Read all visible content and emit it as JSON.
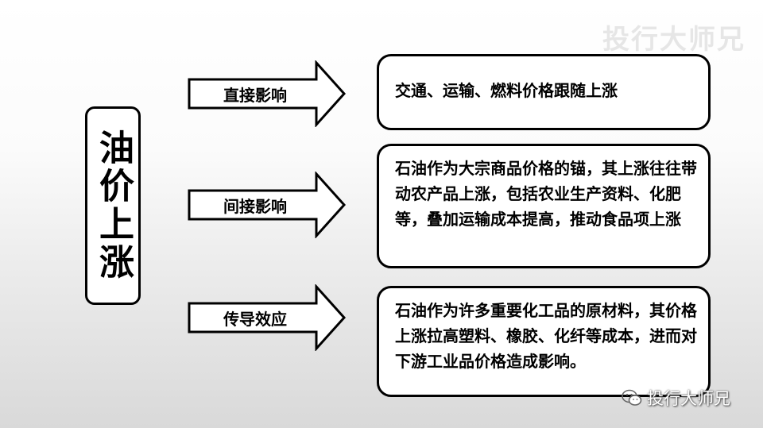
{
  "watermark": "投行大师兄",
  "main": {
    "label": "油价上涨"
  },
  "branches": [
    {
      "label": "直接影响",
      "text": "交通、运输、燃料价格跟随上涨"
    },
    {
      "label": "间接影响",
      "text": "石油作为大宗商品价格的锚，其上涨往往带动农产品上涨，包括农业生产资料、化肥等，叠加运输成本提高，推动食品项上涨"
    },
    {
      "label": "传导效应",
      "text": "石油作为许多重要化工品的原材料，其价格上涨拉高塑料、橡胶、化纤等成本，进而对下游工业品价格造成影响。"
    }
  ],
  "footer": {
    "account": "投行大师兄",
    "icon": "wechat-icon"
  }
}
